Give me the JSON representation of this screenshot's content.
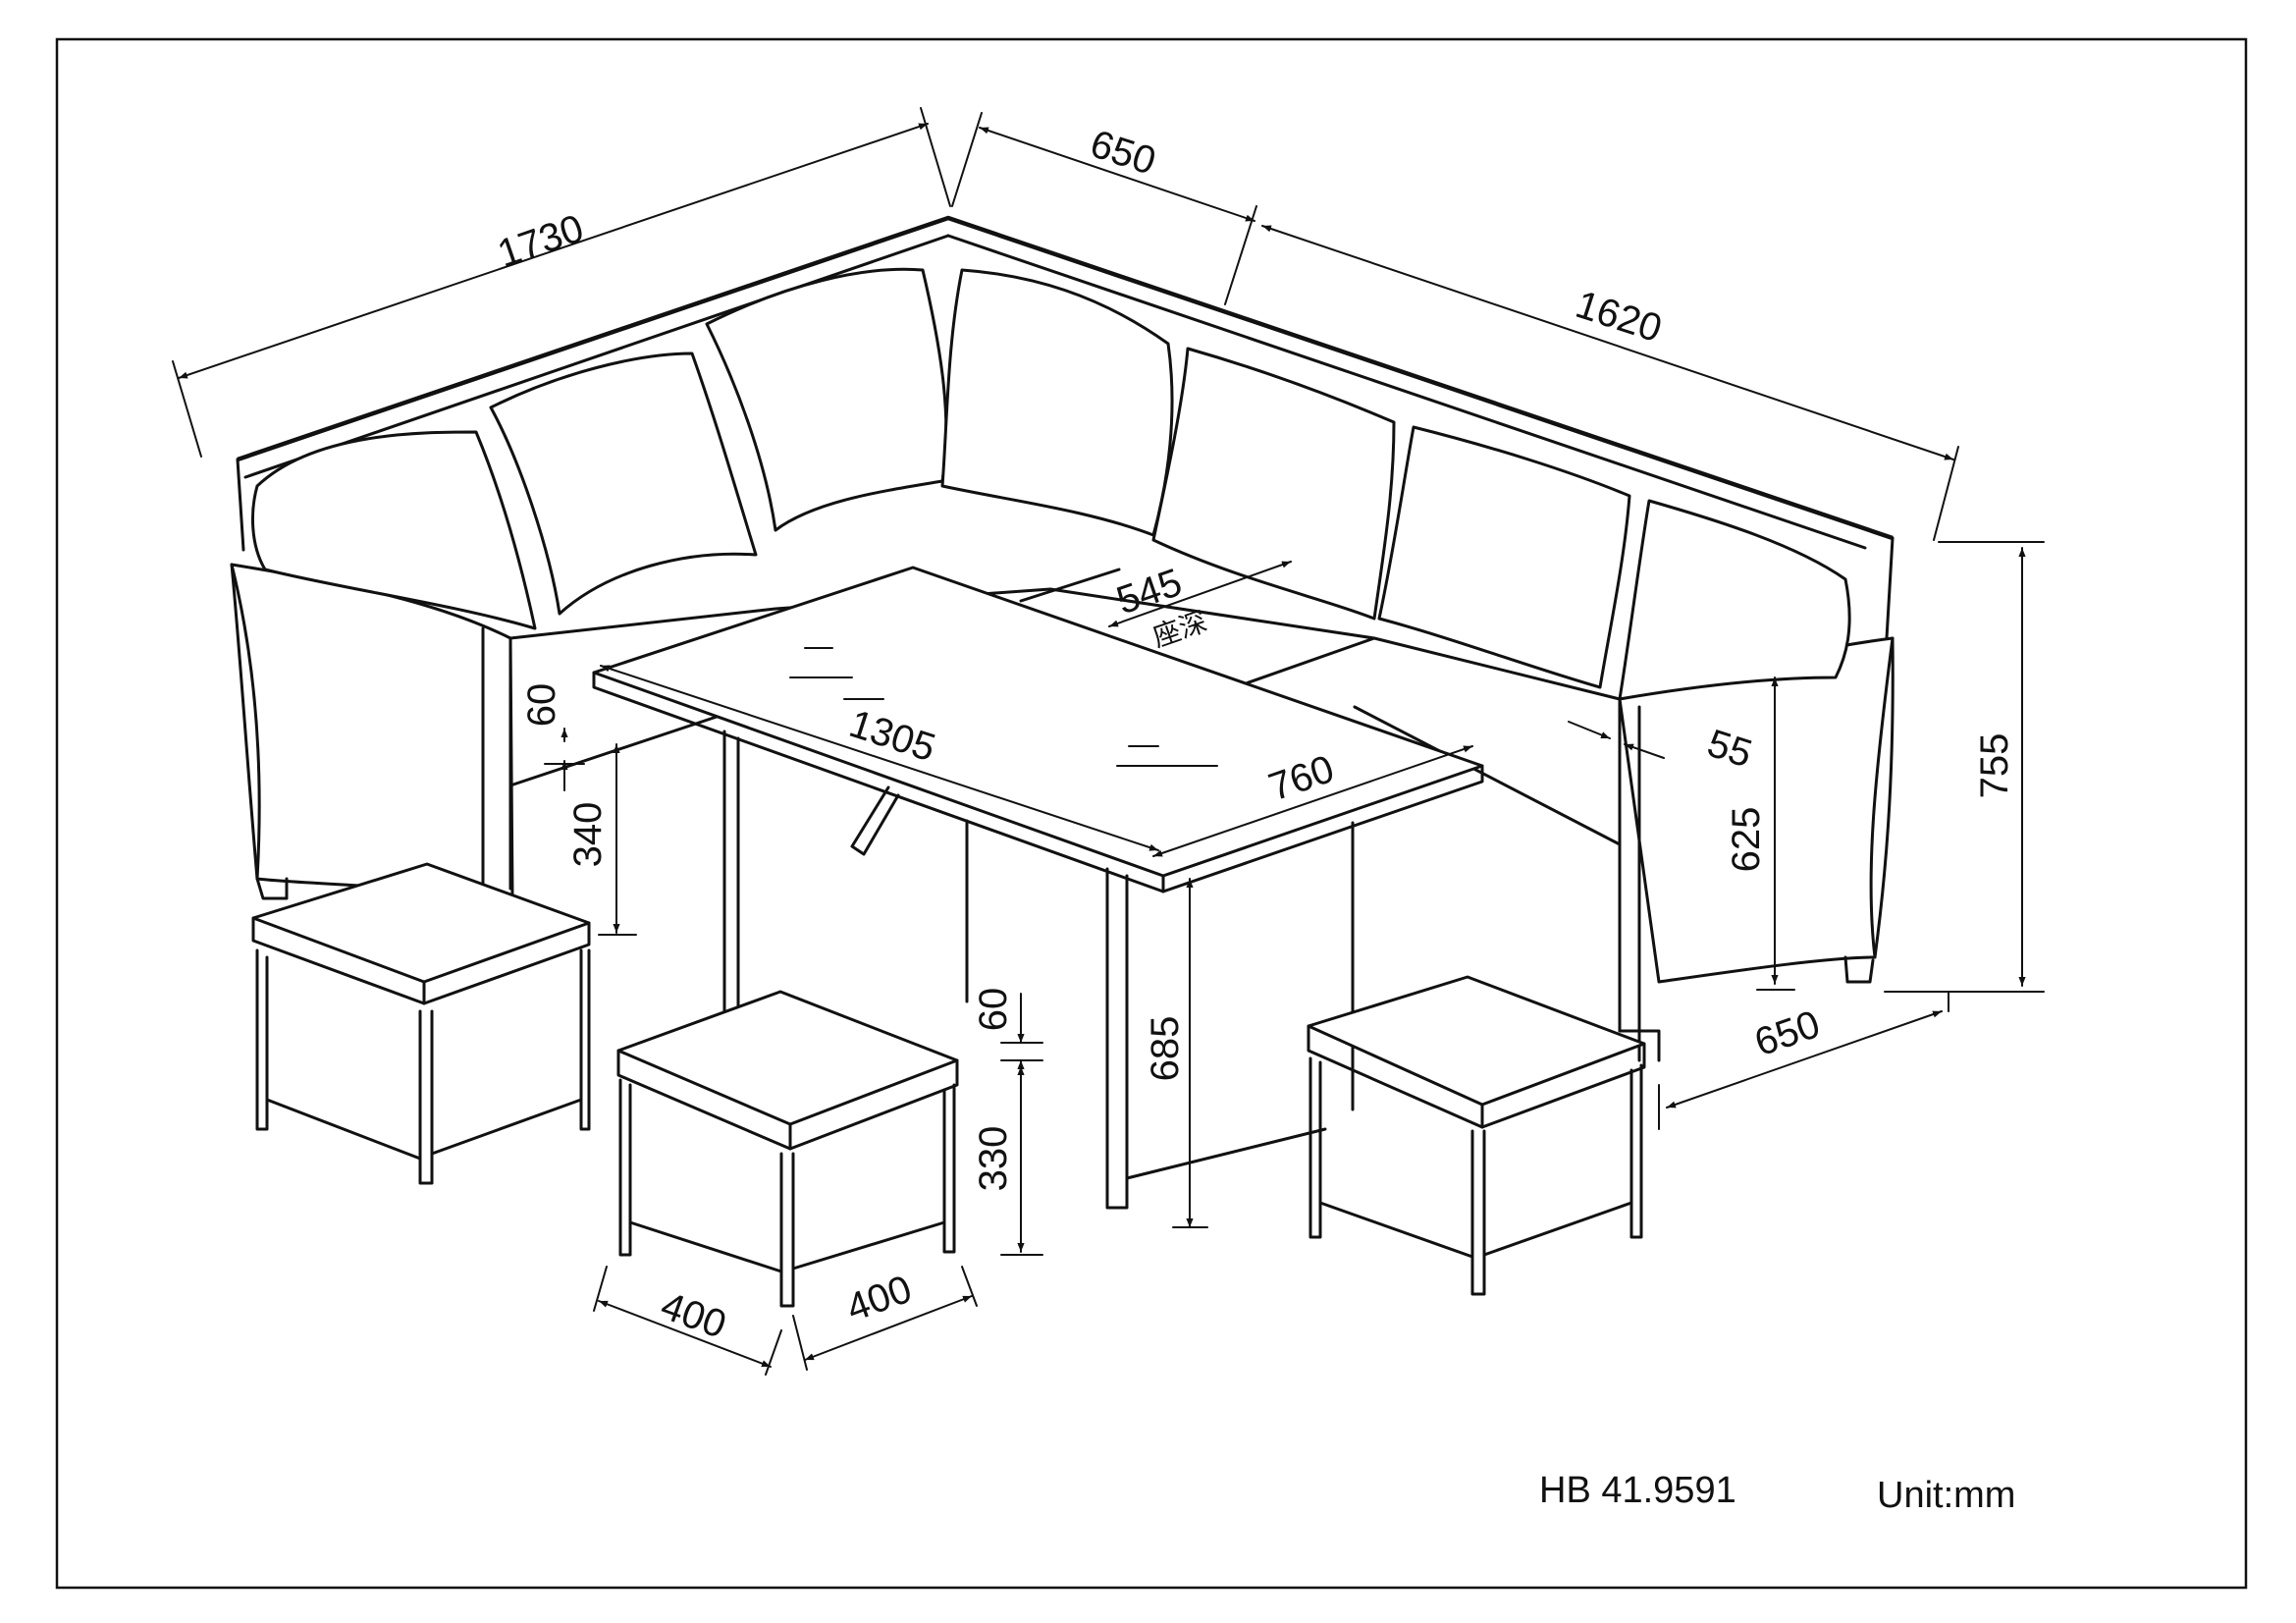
{
  "dimensions": {
    "sofa_left_length": "1730",
    "sofa_corner_depth_top": "650",
    "sofa_right_length": "1620",
    "sofa_height": "755",
    "seat_height": "625",
    "armrest_width": "55",
    "sofa_end_depth": "650",
    "seat_depth": "545",
    "seat_depth_cn": "座深",
    "table_length": "1305",
    "table_width": "760",
    "table_height": "685",
    "frame_top": "60",
    "under_seat_height": "340",
    "stool_cushion": "60",
    "stool_base_height": "330",
    "stool_width": "400",
    "stool_depth": "400"
  },
  "footer": {
    "model": "HB 41.9591",
    "unit": "Unit:mm"
  }
}
